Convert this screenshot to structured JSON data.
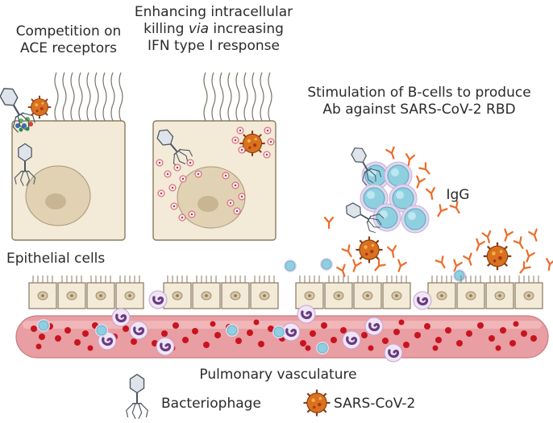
{
  "labels": {
    "competition_line1": "Competition on",
    "competition_line2": "ACE receptors",
    "enhancing_line1": "Enhancing intracellular",
    "enhancing_line2_a": "killing ",
    "enhancing_line2_b": "via",
    "enhancing_line2_c": " increasing",
    "enhancing_line3": "IFN type I response",
    "stimulation_line1": "Stimulation of B-cells to produce",
    "stimulation_line2": "Ab against SARS-CoV-2 RBD",
    "igg": "IgG",
    "epithelial": "Epithelial cells",
    "pulmonary": "Pulmonary vasculature"
  },
  "legend": {
    "bacteriophage": "Bacteriophage",
    "sars": "SARS-CoV-2"
  },
  "colors": {
    "cell_fill": "#f3ead8",
    "cell_stroke": "#8a7a62",
    "nucleus": "#e2d2b4",
    "vessel": "#e89ea2",
    "rbc": "#c8141f",
    "virus_core": "#d9711f",
    "antibody": "#ec6b2a",
    "bcell": "#8fd0e0",
    "wbc": "#c9a0d2"
  },
  "icons": [
    "bacteriophage-icon",
    "sars-cov-2-icon",
    "antibody-icon",
    "b-cell-icon",
    "white-blood-cell-icon",
    "red-blood-cell-icon"
  ]
}
